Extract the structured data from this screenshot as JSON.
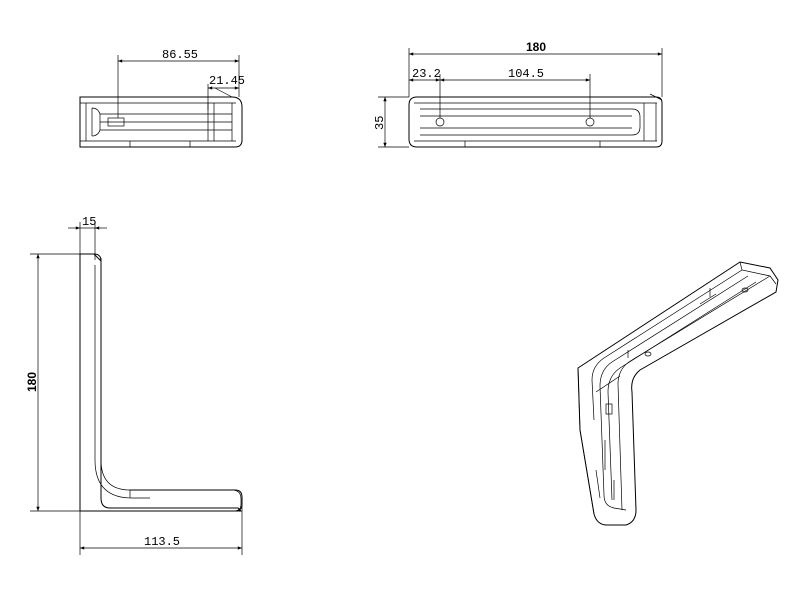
{
  "dimensions": {
    "top_left_width": "86.55",
    "top_left_offset": "21.45",
    "top_right_total": "180",
    "top_right_offset": "23.2",
    "top_right_spacing": "104.5",
    "top_right_height": "35",
    "side_thickness": "15",
    "side_height": "180",
    "side_length": "113.5"
  }
}
